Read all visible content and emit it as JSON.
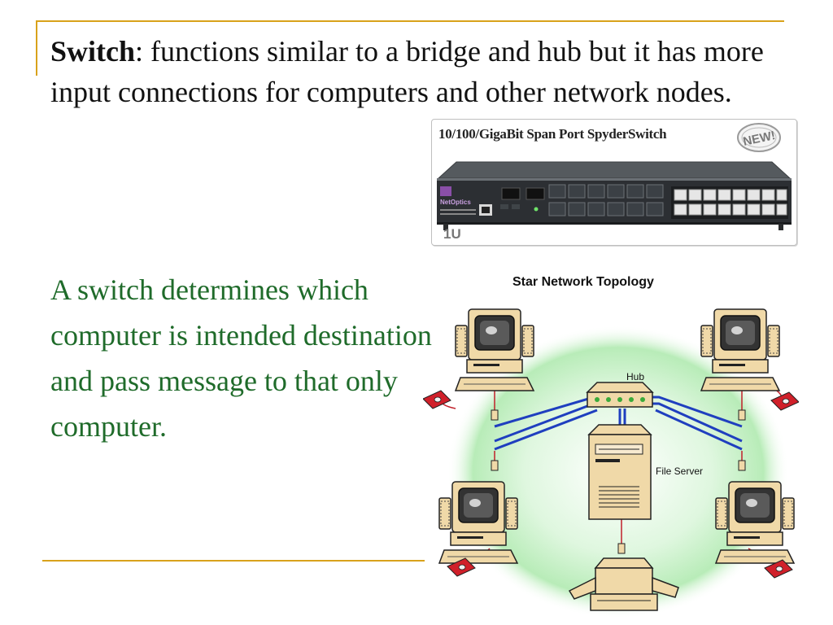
{
  "slide": {
    "keyword": "Switch",
    "separator": ":",
    "definition": " functions similar to a bridge and hub but it has more input connections for computers and other network nodes.",
    "body": "A switch determines which computer is intended destination and pass message to that only computer."
  },
  "product": {
    "title": "10/100/GigaBit Span Port SpyderSwitch",
    "badge": "NEW!",
    "brand": "NetOptics",
    "rack_unit": "1U"
  },
  "topology": {
    "title": "Star Network Topology",
    "hub_label": "Hub",
    "server_label": "File Server"
  },
  "colors": {
    "accent_rule": "#d9a21b",
    "body_text": "#1f6b2a",
    "network_cable": "#1f3fbf"
  }
}
